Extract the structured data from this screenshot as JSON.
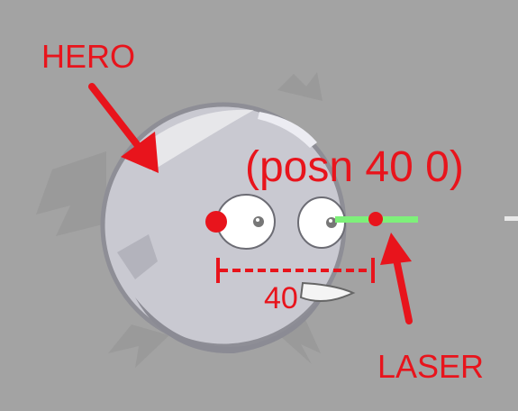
{
  "labels": {
    "hero": "HERO",
    "laser": "LASER",
    "posn": "(posn 40 0)",
    "distance": "40"
  },
  "icons": {
    "hero": "round-bird-character-icon",
    "laser": "laser-beam-icon"
  },
  "colors": {
    "background": "#a3a3a3",
    "annotation": "#e8141c",
    "laser": "#7ef07a",
    "hero_body": "#c9c9d1"
  }
}
